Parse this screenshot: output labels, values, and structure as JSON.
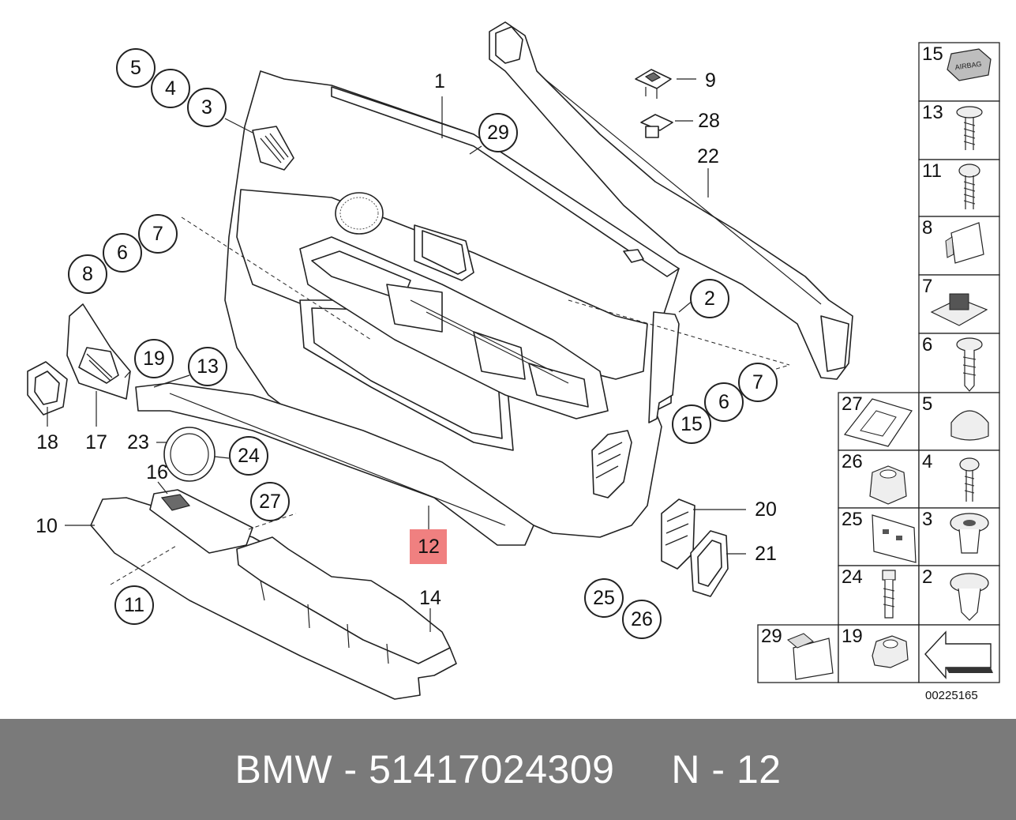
{
  "callouts": [
    {
      "id": "5",
      "label": "5"
    },
    {
      "id": "4",
      "label": "4"
    },
    {
      "id": "3",
      "label": "3"
    },
    {
      "id": "1",
      "label": "1"
    },
    {
      "id": "29",
      "label": "29"
    },
    {
      "id": "9",
      "label": "9"
    },
    {
      "id": "28",
      "label": "28"
    },
    {
      "id": "22",
      "label": "22"
    },
    {
      "id": "7a",
      "label": "7"
    },
    {
      "id": "6a",
      "label": "6"
    },
    {
      "id": "8",
      "label": "8"
    },
    {
      "id": "2",
      "label": "2"
    },
    {
      "id": "19",
      "label": "19"
    },
    {
      "id": "13",
      "label": "13"
    },
    {
      "id": "18",
      "label": "18"
    },
    {
      "id": "17",
      "label": "17"
    },
    {
      "id": "23",
      "label": "23"
    },
    {
      "id": "24",
      "label": "24"
    },
    {
      "id": "16",
      "label": "16"
    },
    {
      "id": "27",
      "label": "27"
    },
    {
      "id": "10",
      "label": "10"
    },
    {
      "id": "11",
      "label": "11"
    },
    {
      "id": "12",
      "label": "12"
    },
    {
      "id": "14",
      "label": "14"
    },
    {
      "id": "7b",
      "label": "7"
    },
    {
      "id": "6b",
      "label": "6"
    },
    {
      "id": "15",
      "label": "15"
    },
    {
      "id": "20",
      "label": "20"
    },
    {
      "id": "21",
      "label": "21"
    },
    {
      "id": "25",
      "label": "25"
    },
    {
      "id": "26",
      "label": "26"
    }
  ],
  "highlight_color": "#f08080",
  "parts_grid": [
    {
      "label": "15",
      "badge": "AIRBAG"
    },
    {
      "label": "13"
    },
    {
      "label": "11"
    },
    {
      "label": "8"
    },
    {
      "label": "7"
    },
    {
      "label": "6"
    },
    {
      "label": "27"
    },
    {
      "label": "5"
    },
    {
      "label": "26"
    },
    {
      "label": "4"
    },
    {
      "label": "25"
    },
    {
      "label": "3"
    },
    {
      "label": "24"
    },
    {
      "label": "2"
    },
    {
      "label": "29"
    },
    {
      "label": "19"
    }
  ],
  "diagram_number": "00225165",
  "footer": {
    "text": "BMW - 51417024309     N - 12"
  }
}
